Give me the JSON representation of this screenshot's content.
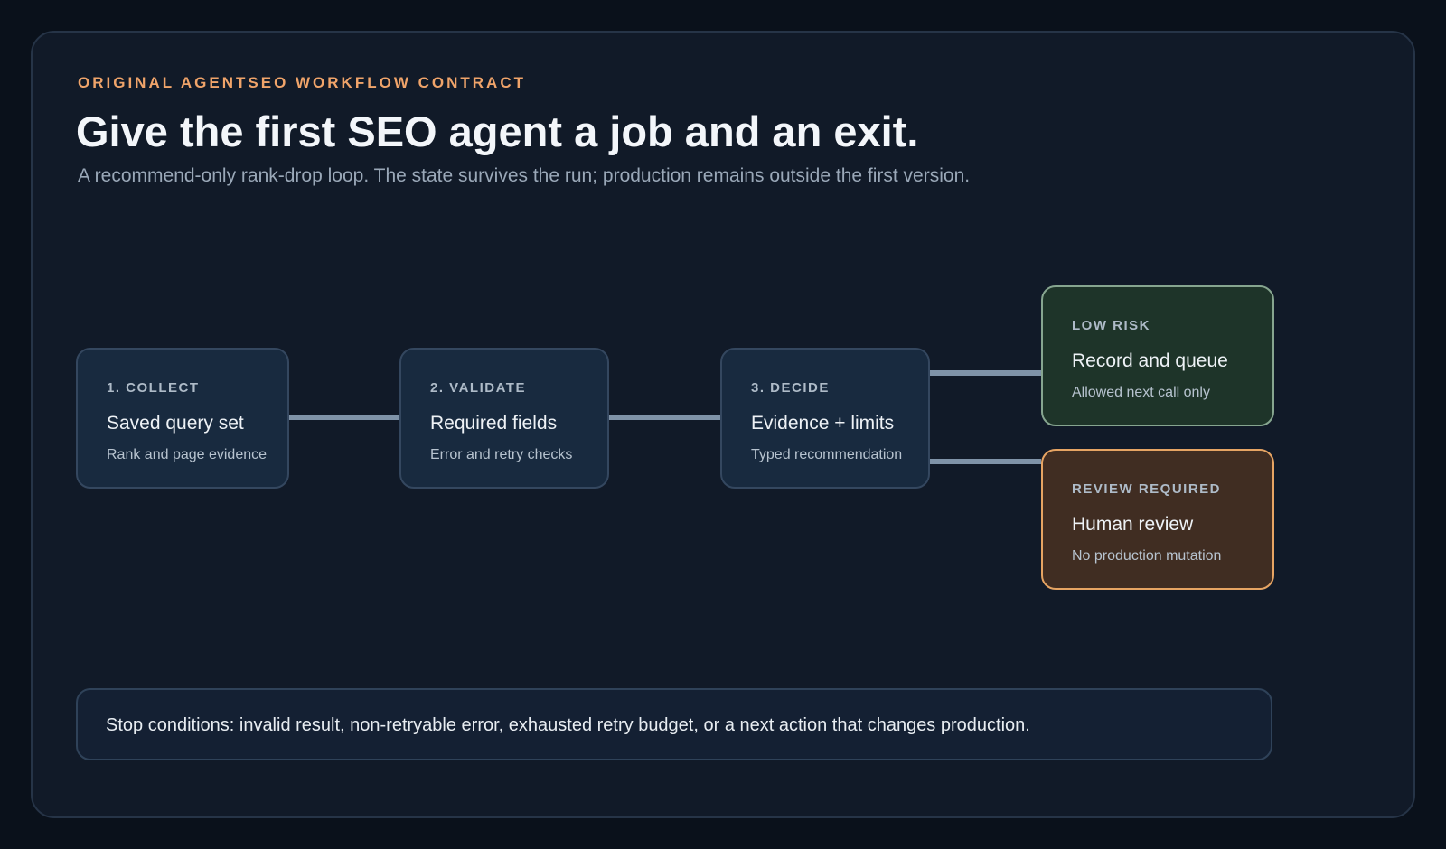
{
  "header": {
    "eyebrow": "ORIGINAL AGENTSEO WORKFLOW CONTRACT",
    "title": "Give the first SEO agent a job and an exit.",
    "subtitle": "A recommend-only rank-drop loop. The state survives the run; production remains outside the first version."
  },
  "steps": [
    {
      "tag": "1. COLLECT",
      "title": "Saved query set",
      "detail": "Rank and page evidence"
    },
    {
      "tag": "2. VALIDATE",
      "title": "Required fields",
      "detail": "Error and retry checks"
    },
    {
      "tag": "3. DECIDE",
      "title": "Evidence + limits",
      "detail": "Typed recommendation"
    }
  ],
  "outcomes": [
    {
      "tag": "LOW RISK",
      "title": "Record and queue",
      "detail": "Allowed next call only",
      "color": "#86a58f"
    },
    {
      "tag": "REVIEW REQUIRED",
      "title": "Human review",
      "detail": "No production mutation",
      "color": "#e6a463"
    }
  ],
  "footer": {
    "stop_conditions": "Stop conditions: invalid result, non-retryable error, exhausted retry budget, or a next action that changes production."
  },
  "colors": {
    "accent": "#f0a46a",
    "connector": "#7f93a8",
    "panel": "#111a28"
  }
}
